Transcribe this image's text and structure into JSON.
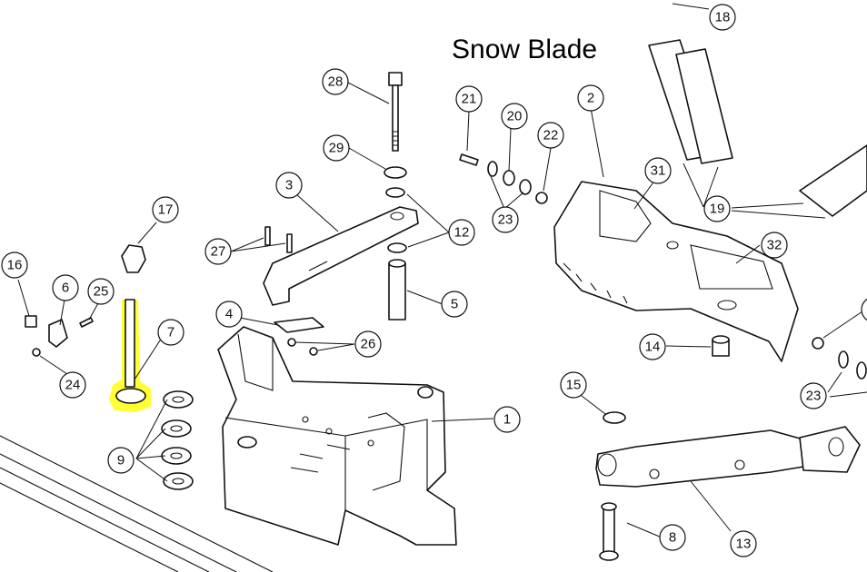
{
  "title": "Snow Blade",
  "highlight_color": "#ffff33",
  "highlighted_part": "7",
  "callouts": [
    {
      "id": "c1",
      "label": "1"
    },
    {
      "id": "c2",
      "label": "2"
    },
    {
      "id": "c3",
      "label": "3"
    },
    {
      "id": "c4",
      "label": "4"
    },
    {
      "id": "c5",
      "label": "5"
    },
    {
      "id": "c6",
      "label": "6"
    },
    {
      "id": "c7",
      "label": "7"
    },
    {
      "id": "c8",
      "label": "8"
    },
    {
      "id": "c9",
      "label": "9"
    },
    {
      "id": "c12",
      "label": "12"
    },
    {
      "id": "c13",
      "label": "13"
    },
    {
      "id": "c14",
      "label": "14"
    },
    {
      "id": "c15",
      "label": "15"
    },
    {
      "id": "c16",
      "label": "16"
    },
    {
      "id": "c17",
      "label": "17"
    },
    {
      "id": "c18",
      "label": "18"
    },
    {
      "id": "c19",
      "label": "19"
    },
    {
      "id": "c20",
      "label": "20"
    },
    {
      "id": "c21",
      "label": "21"
    },
    {
      "id": "c22",
      "label": "22"
    },
    {
      "id": "c23a",
      "label": "23"
    },
    {
      "id": "c23b",
      "label": "23"
    },
    {
      "id": "c24",
      "label": "24"
    },
    {
      "id": "c25",
      "label": "25"
    },
    {
      "id": "c26",
      "label": "26"
    },
    {
      "id": "c27",
      "label": "27"
    },
    {
      "id": "c28",
      "label": "28"
    },
    {
      "id": "c29",
      "label": "29"
    },
    {
      "id": "c31",
      "label": "31"
    },
    {
      "id": "c32",
      "label": "32"
    },
    {
      "id": "c2b",
      "label": "2"
    }
  ]
}
